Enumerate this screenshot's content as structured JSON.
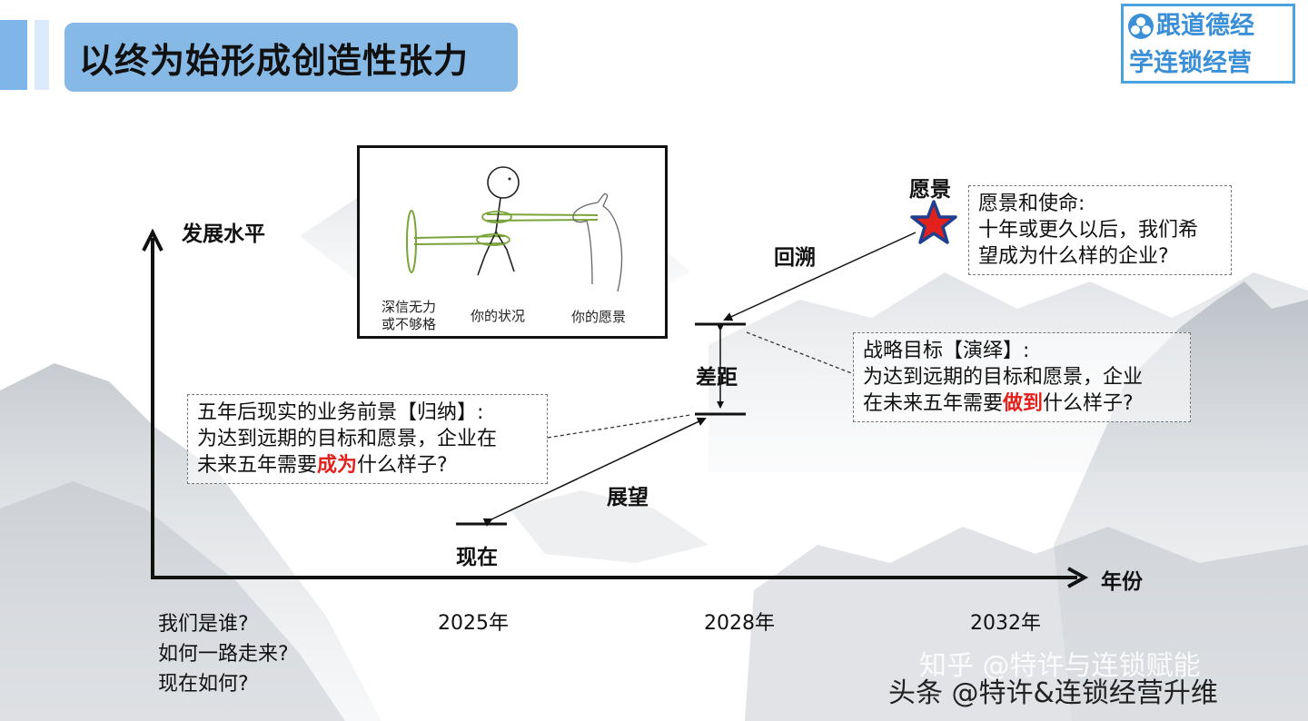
{
  "header": {
    "title": "以终为始形成创造性张力",
    "logo_line1": "跟道德经",
    "logo_line2": "学连锁经营"
  },
  "axes": {
    "y_label": "发展水平",
    "x_label": "年份",
    "years": [
      "2025年",
      "2028年",
      "2032年"
    ]
  },
  "origin_questions": [
    "我们是谁?",
    "如何一路走来?",
    "现在如何?"
  ],
  "points": {
    "vision_label": "愿景",
    "gap_label": "差距",
    "now_label": "现在",
    "backtrack_label": "回溯",
    "outlook_label": "展望"
  },
  "vision_box": {
    "title": "愿景和使命:",
    "line1": "十年或更久以后，我们希",
    "line2": "望成为什么样的企业?"
  },
  "strategy_box": {
    "title": "战略目标【演绎】:",
    "line1": "为达到远期的目标和愿景，企业",
    "line2_pre": "在未来五年需要",
    "line2_em": "做到",
    "line2_post": "什么样子?"
  },
  "business_box": {
    "title": "五年后现实的业务前景【归纳】:",
    "line1": "为达到远期的目标和愿景，企业在",
    "line2_pre": "未来五年需要",
    "line2_em": "成为",
    "line2_post": "什么样子?"
  },
  "illustration": {
    "cap_left1": "深信无力",
    "cap_left2": "或不够格",
    "cap_mid": "你的状况",
    "cap_right": "你的愿景"
  },
  "watermarks": {
    "line1": "知乎 @特许与连锁赋能",
    "line2": "头条 @特许&连锁经营升维"
  },
  "colors": {
    "title_bg": "#87b9e6",
    "accent_red": "#e3211c",
    "star_blue": "#1f3f8f",
    "figure_green": "#7aa43a",
    "logo_blue": "#3a8fd6"
  }
}
